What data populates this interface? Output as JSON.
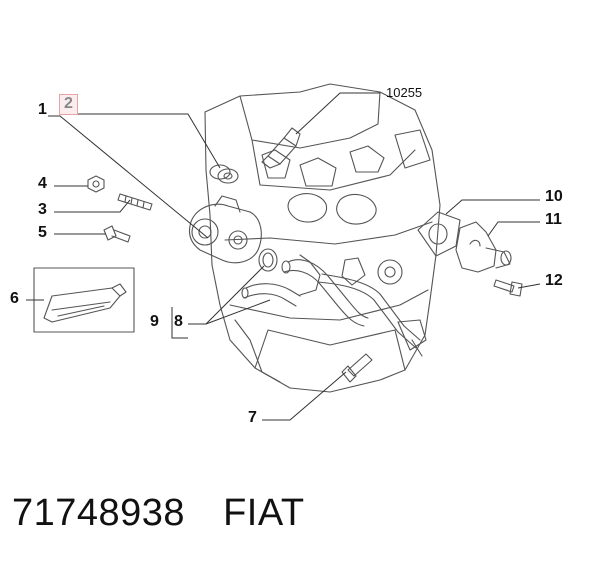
{
  "callouts": {
    "c1": "1",
    "c2": "2",
    "c3": "3",
    "c4": "4",
    "c5": "5",
    "c6": "6",
    "c7": "7",
    "c8": "8",
    "c9": "9",
    "c10": "10",
    "c11": "11",
    "c12": "12",
    "c10255": "10255"
  },
  "caption": {
    "part_number": "71748938",
    "brand": "FIAT"
  },
  "colors": {
    "line": "#333333",
    "highlight_border": "#e6a3a8",
    "highlight_fill": "#fbecee"
  }
}
